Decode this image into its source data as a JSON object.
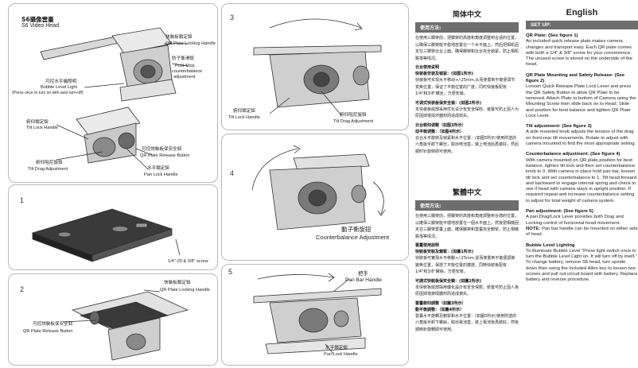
{
  "panel_main": {
    "title_cn": "S6攝像雲臺",
    "title_en": "S6 Video Head",
    "labels": {
      "qr_lock_cn": "快裝板鎖定鈕",
      "qr_lock_en": "QR Plate Locking Handle",
      "post_stop_cn": "防子衡滑鈕",
      "post_stop_en1": "Post-Stop",
      "post_stop_en2": "counterbalance",
      "post_stop_en3": "adjustment",
      "bubble_cn": "可控水平儀照明",
      "bubble_en1": "Bubble Level Light",
      "bubble_en2": "(Press once to turn on with auto turn-off)",
      "tilt_lock_cn": "俯仰鎖定鈕",
      "tilt_lock_en": "Tilt Lock Handle",
      "qr_release_cn": "可控快裝板保安全鈕",
      "qr_release_en": "QR Plate Release Button",
      "tilt_drag_cn": "俯仰阻尼旋鈕",
      "tilt_drag_en": "Tilt Drag Adjustment",
      "pan_lock_cn": "水平鎖定鈕",
      "pan_lock_en": "Pan Lock Handle"
    }
  },
  "panel_1": {
    "num": "1",
    "label": "1/4\"-20 & 3/8\" screw"
  },
  "panel_2": {
    "num": "2",
    "qr_lock_cn": "快裝板鎖定鈕",
    "qr_lock_en": "QR Plate Locking Handle",
    "qr_release_cn": "可控快裝板保安全鈕",
    "qr_release_en": "QR Plate Release Button"
  },
  "panel_3": {
    "num": "3",
    "tilt_lock_cn": "俯仰鎖定鈕",
    "tilt_lock_en": "Tilt Lock Handle",
    "tilt_drag_cn": "俯仰阻尼旋鈕",
    "tilt_drag_en": "Tilt Drag Adjustment"
  },
  "panel_4": {
    "num": "4",
    "cw_cn": "動子衡旋鈕",
    "cw_en": "Counterbalance Adjustment"
  },
  "panel_5": {
    "num": "5",
    "bar_cn": "把手",
    "bar_en": "Pan Bar Handle",
    "pan_lock_cn": "水平鎖定鈕",
    "pan_lock_en": "Pan Lock Handle"
  },
  "simplified": {
    "title": "简体中文",
    "banner": "使用方法:",
    "intro": "在使用三脚架前，把脚架的高度和角度调整到合适的位置，以确保三脚架能平稳地放置在一个水平面上。然后把相机固定在三脚架云台上面，确保脚架和云台完全锁紧，防止相机跌落等情况。",
    "sec_head": "云台使用说明",
    "s1_h": "快装板安装及锁紧：(如图1所示)",
    "s1_p": "快装板可实现水平移动+/-25mm,从而使置到平衡便调节变焦位置，保证了平衡位置的广度，同时快装板配有1/4\"和3/8\"螺丝，方便安装。",
    "s2_h": "可调式快装板保安全锁：(如图2所示)",
    "s2_p": "本快装板底部采用优化设计有安全保险，装置可防止因人为原因掉落损坏器材而造成损失。",
    "s3_h": "云台俯仰调整（如图3所示）",
    "s4_h": "动平衡调整：（如图4所示）",
    "s4_p": "云台水平旋转及锁紧和水平位置：(如图5所示)使用附送的六角扳手卸下螺丝，取出电池盒，装上电池后再装好，然后顺时针旋转即可使用。"
  },
  "traditional": {
    "title": "繁體中文",
    "banner": "使用方法:",
    "intro": "在使用三腳架前，把腳架的高度和角度調整到合適的位置，以確保三腳架能平穩地放置在一個水平面上。然後把相機固定在三腳架雲臺上面，確保腳架和雲臺完全鎖緊，防止相機跌落等情況。",
    "sec_head": "雲臺使用說明",
    "s1_h": "快裝板安裝及鎖緊：(如圖1所示)",
    "s1_p": "快裝板可實現水平移動+/-25mm,從而使置到平衡便調節變焦位置，保證了平衡位置的廣度，同時快裝板配有1/4\"和3/8\"螺絲，方便安裝。",
    "s2_h": "可調式快裝板保安全鎖：(如圖2所示)",
    "s2_p": "本快裝板底部採用優化設計有安全保險，裝置可防止因人為原因掉落損壞器材而造成損失。",
    "s3_h": "雲臺俯仰調整（如圖3所示）",
    "s4_h": "動平衡調整：（如圖4所示）",
    "s4_p": "雲臺水平旋轉及鎖緊和水平位置：(如圖5所示)使用附送的六角扳手卸下螺絲，取出電池盒，裝上電池後再裝好，然後順時針旋轉即可使用。"
  },
  "english": {
    "title": "English",
    "banner": "SET UP:",
    "qr_h": "QR Plate: (See figure 1)",
    "qr_p": "An included quick release plate makes camera changes and transport easy. Each QR plate comes with both a 1/4\" & 3/8\" screw for your convenience. The unused screw is stored on the underside of the head.",
    "mount_h": "QR Plate Mounting and Safety Release: (See figure 2)",
    "mount_p": "Loosen Quick Release Plate Lock Lever and press the QR Safety Button to allow QR Plate to be removed. Attach Plate to bottom of Camera using the Mounting Screw then slide back on to Head. Slide and position for best balance and tighten QR Plate Lock Lever.",
    "tilt_h": "Tilt adjustment: (See figure 3)",
    "tilt_p": "A side mounted knob adjusts the tension of the drag on front-rear tilt movements. Rotate to adjust with camera mounted to find the most appropriate setting.",
    "cw_h": "Counterbalance adjustment: (See figure 4)",
    "cw_p": "With camera mounted on QR plate,position for best balance, tighten tilt lock and then set counterbalance knob to 0. With camera in place hold pan bar, loosen tilt lock and set counterbalance to 1. Tilt head forward and backward to engage internal spring and check to see if head with camera stays in upright position. If required repeat and increase counterbalance setting to adjust for total weight of camera system.",
    "pan_h": "Pan adjustment: (See figure 5)",
    "pan_p": "A pan Drag/Lock Lever provides both Drag and Locking control of horizontal head movement.",
    "note_label": "NOTE:",
    "note_p": " Pan bar handle can be mounted on either side of head.",
    "bubble_h": "Bubble Level Lighting",
    "bubble_p": "To illuminate Bubble Level \"Press light switch once to turn the Bubble Level Light on. It will turn off by itself.\" To change battery, remove S6 head, turn upside down then using the included Allen key to loosen two screws and pull out circuit board with battery.  Replace battery and reverse procedure."
  },
  "colors": {
    "banner": "#6e6e6e",
    "border": "#b9b9b9",
    "line": "#333333"
  }
}
